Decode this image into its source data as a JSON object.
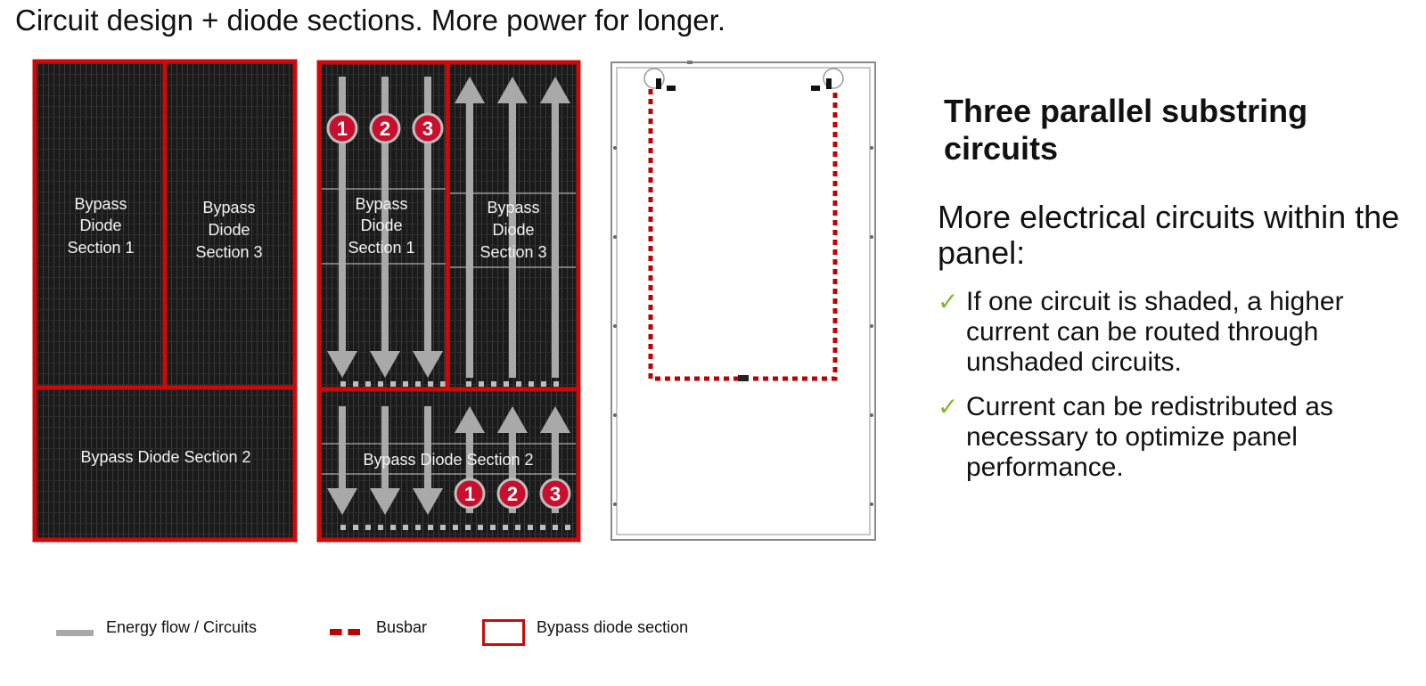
{
  "title": "Circuit design + diode sections. More power for longer.",
  "colors": {
    "section_border": "#cc0a0a",
    "cell": "#1c1c1c",
    "arrow": "#a9a9a9",
    "busbar": "#c00000",
    "number_circle": "#c8102e",
    "check": "#7fba2e"
  },
  "panel1": {
    "labels": {
      "s1": [
        "Bypass",
        "Diode",
        "Section 1"
      ],
      "s3": [
        "Bypass",
        "Diode",
        "Section 3"
      ],
      "s2": "Bypass Diode Section 2"
    }
  },
  "panel2": {
    "labels": {
      "s1": [
        "Bypass",
        "Diode",
        "Section 1"
      ],
      "s3": [
        "Bypass",
        "Diode",
        "Section 3"
      ],
      "s2": "Bypass Diode Section 2"
    },
    "numbers": [
      "1",
      "2",
      "3"
    ]
  },
  "right": {
    "heading": "Three parallel substring circuits",
    "subheading": "More electrical circuits within the panel:",
    "bullets": [
      "If one circuit is shaded, a higher current can be routed through unshaded circuits.",
      "Current can be redistributed as necessary to optimize panel performance."
    ],
    "check_icon": "✓"
  },
  "legend": {
    "energy_flow": "Energy flow / Circuits",
    "busbar": "Busbar",
    "bypass": "Bypass diode section"
  }
}
